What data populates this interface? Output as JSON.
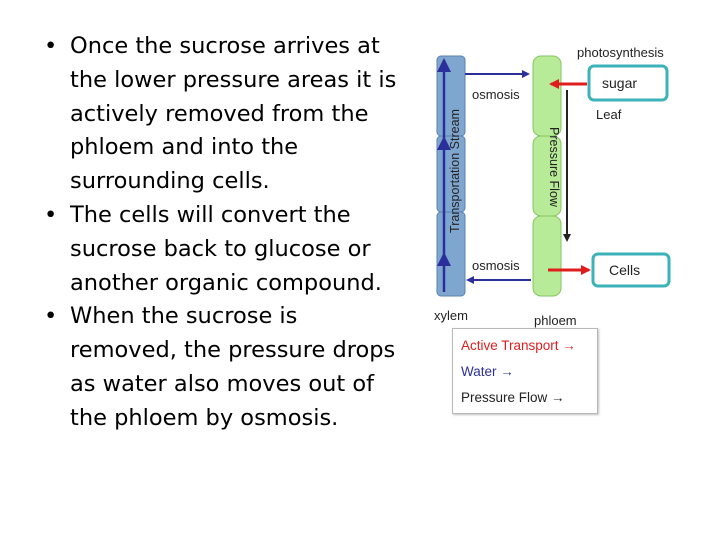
{
  "bullets": [
    {
      "marker": "•",
      "lines": [
        "Once the sucrose arrives at",
        "the lower pressure areas it is",
        "actively removed from the",
        "phloem and into the",
        "surrounding cells."
      ]
    },
    {
      "marker": "•",
      "lines": [
        "The cells will convert the",
        "sucrose back to glucose or",
        "another organic compound."
      ]
    },
    {
      "marker": "•",
      "lines": [
        "When the sucrose is",
        "removed, the pressure drops",
        "as water also moves out of",
        "the phloem by osmosis."
      ]
    }
  ],
  "diagram": {
    "photosynthesis": "photosynthesis",
    "sugar": "sugar",
    "leaf": "Leaf",
    "cells": "Cells",
    "osmosis_top": "osmosis",
    "osmosis_bottom": "osmosis",
    "xylem": "xylem",
    "phloem": "phloem",
    "transport_stream": "Transportation Stream",
    "pressure_flow": "Pressure Flow"
  },
  "legend": {
    "active_transport": "Active Transport →",
    "water": "Water →",
    "pressure_flow": "Pressure Flow →"
  },
  "colors": {
    "xylem_fill": "#7fa6cf",
    "phloem_fill": "#b8eb98",
    "phloem_border": "#86c35f",
    "box_border": "#3bb3b9",
    "active_transport": "#e01d1d",
    "water": "#2b2f9b",
    "pressure_flow": "#222222"
  }
}
